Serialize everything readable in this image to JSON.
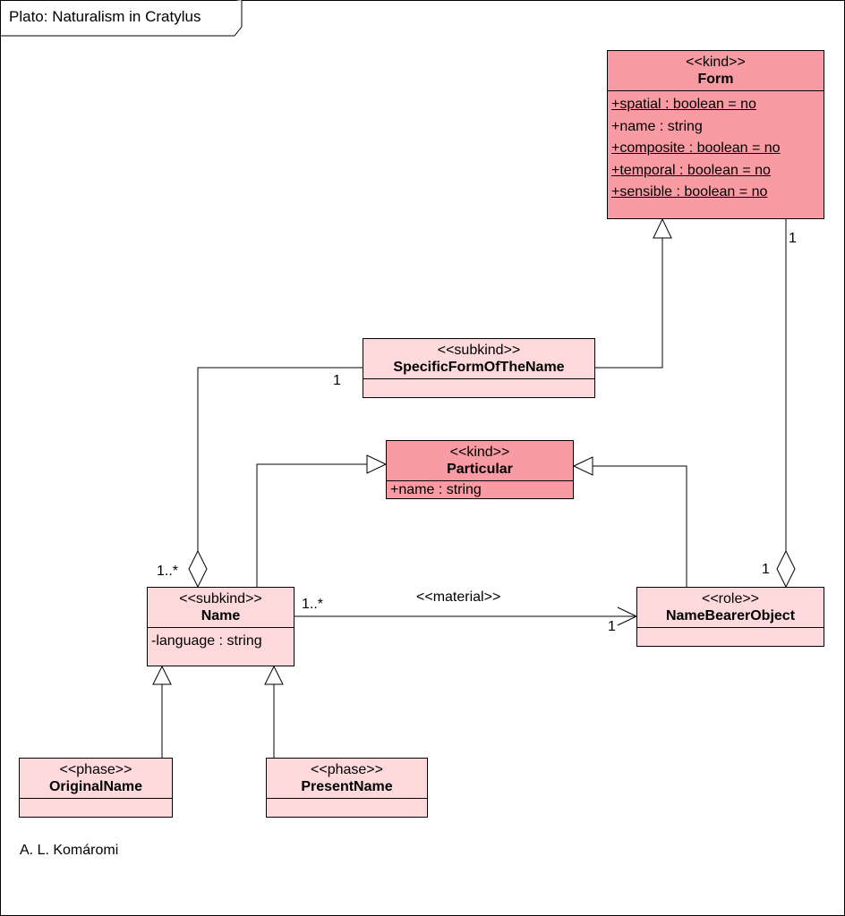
{
  "diagram_title": "Plato: Naturalism in Cratylus",
  "author": "A. L. Komáromi",
  "classes": {
    "form": {
      "stereotype": "<<kind>>",
      "name": "Form",
      "attributes": [
        {
          "text": "+spatial : boolean = no",
          "static": true
        },
        {
          "text": "+name : string",
          "static": false
        },
        {
          "text": "+composite : boolean = no",
          "static": true
        },
        {
          "text": "+temporal : boolean = no",
          "static": true
        },
        {
          "text": "+sensible : boolean = no",
          "static": true
        }
      ]
    },
    "specific_form": {
      "stereotype": "<<subkind>>",
      "name": "SpecificFormOfTheName"
    },
    "particular": {
      "stereotype": "<<kind>>",
      "name": "Particular",
      "attribute_partial": "+name : string"
    },
    "name_cls": {
      "stereotype": "<<subkind>>",
      "name": "Name",
      "attributes": [
        "-language : string"
      ]
    },
    "name_bearer": {
      "stereotype": "<<role>>",
      "name": "NameBearerObject"
    },
    "original_name": {
      "stereotype": "<<phase>>",
      "name": "OriginalName"
    },
    "present_name": {
      "stereotype": "<<phase>>",
      "name": "PresentName"
    }
  },
  "associations": {
    "material_label": "<<material>>",
    "form_to_bearer_form_end": "1",
    "form_to_bearer_bearer_end": "1",
    "specific_to_name_specific_end": "1",
    "specific_to_name_name_end": "1..*",
    "material_name_end": "1..*",
    "material_bearer_end": "1"
  },
  "colors": {
    "kind_fill": "#f89ba3",
    "subkind_fill": "#fdd9db",
    "line": "#000000"
  }
}
